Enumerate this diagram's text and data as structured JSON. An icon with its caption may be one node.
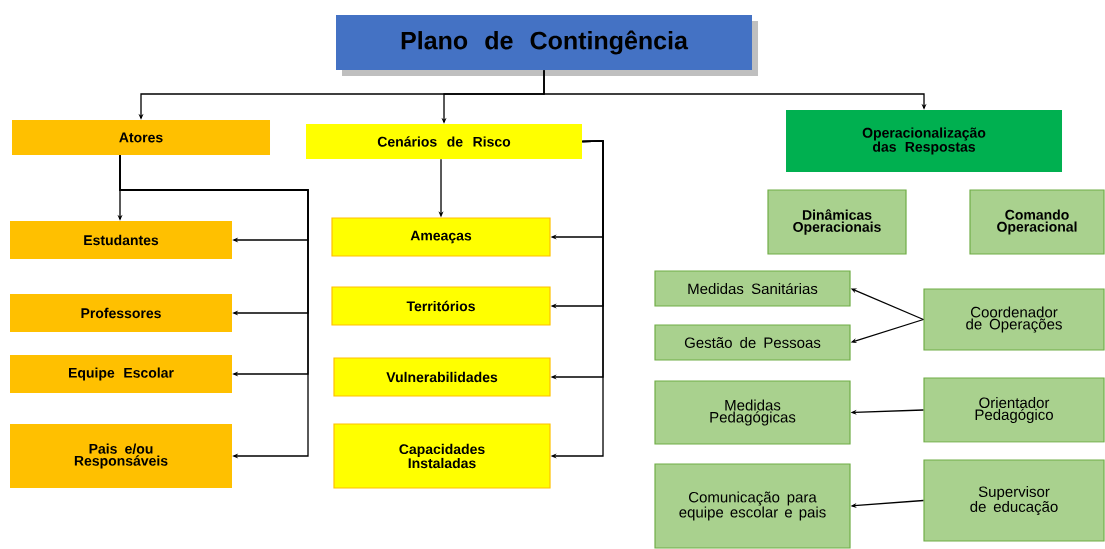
{
  "diagram": {
    "nodes": [
      {
        "text": [
          "Plano de Contingência"
        ]
      },
      {
        "text": [
          "Atores"
        ]
      },
      {
        "text": [
          "Cenários de Risco"
        ]
      },
      {
        "text": [
          "Operacionalização das Respostas"
        ]
      },
      {
        "text": [
          "Estudantes"
        ]
      },
      {
        "text": [
          "Professores"
        ]
      },
      {
        "text": [
          "Equipe Escolar"
        ]
      },
      {
        "text": [
          "Pais e/ou Responsáveis"
        ]
      },
      {
        "text": [
          "Ameaças"
        ]
      },
      {
        "text": [
          "Territórios"
        ]
      },
      {
        "text": [
          "Vulnerabilidades"
        ]
      },
      {
        "text": [
          "Capacidades Instaladas"
        ]
      },
      {
        "text": [
          "Dinâmicas Operacionais"
        ]
      },
      {
        "text": [
          "Comando Operacional"
        ]
      },
      {
        "text": [
          "Medidas Sanitárias"
        ]
      },
      {
        "text": [
          "Gestão de Pessoas"
        ]
      },
      {
        "text": [
          "Coordenador de Operações"
        ]
      },
      {
        "text": [
          "Medidas Pedagógicas"
        ]
      },
      {
        "text": [
          "Orientador Pedagógico"
        ]
      },
      {
        "text": [
          "Comunicação para equipe escolar e pais"
        ]
      },
      {
        "text": [
          "Supervisor de educação"
        ]
      }
    ],
    "edges": [
      {
        "from": 0,
        "to": 1,
        "arrow": "to"
      },
      {
        "from": 0,
        "to": 2,
        "arrow": "to"
      },
      {
        "from": 0,
        "to": 3,
        "arrow": "to"
      },
      {
        "from": 1,
        "to": 4,
        "arrow": "to"
      },
      {
        "from": 1,
        "to": 4,
        "arrow": "to"
      },
      {
        "from": 1,
        "to": 5,
        "arrow": "to"
      },
      {
        "from": 1,
        "to": 6,
        "arrow": "to"
      },
      {
        "from": 1,
        "to": 7,
        "arrow": "to"
      },
      {
        "from": 2,
        "to": 8,
        "arrow": "to"
      },
      {
        "from": 2,
        "to": 8,
        "arrow": "to"
      },
      {
        "from": 2,
        "to": 9,
        "arrow": "to"
      },
      {
        "from": 2,
        "to": 10,
        "arrow": "to"
      },
      {
        "from": 2,
        "to": 11,
        "arrow": "to"
      },
      {
        "from": 16,
        "to": 14,
        "arrow": "to"
      },
      {
        "from": 16,
        "to": 15,
        "arrow": "to"
      },
      {
        "from": 18,
        "to": 17,
        "arrow": "to"
      },
      {
        "from": 20,
        "to": 19,
        "arrow": "to"
      }
    ]
  }
}
